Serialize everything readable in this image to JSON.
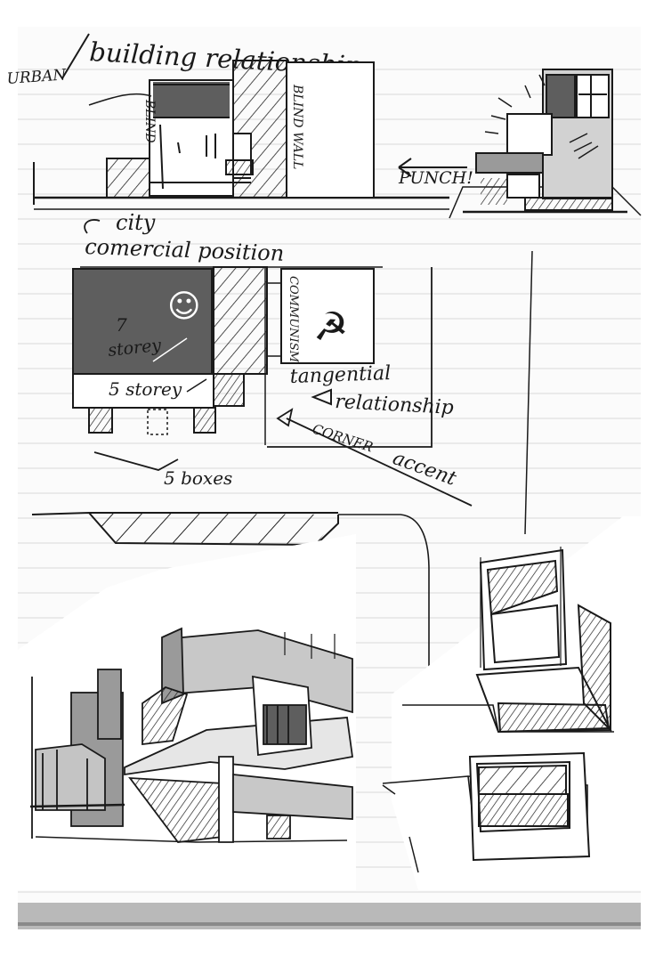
{
  "title_prefix": "URBAN",
  "title": "building relationship",
  "labels": {
    "blind": "BLIND",
    "blind_wall": "BLIND WALL",
    "punch": "PUNCH!",
    "city": "city",
    "comercial_position": "comercial position",
    "storey7_num": "7",
    "storey7_word": "storey",
    "storey5": "5 storey",
    "communism": "COMMUNISM",
    "tangential": "tangential",
    "relationship": "relationship",
    "corner": "CORNER",
    "accent": "accent",
    "five_boxes": "5 boxes",
    "smiley_glyph": "☺",
    "hammer_sickle_glyph": "☭"
  },
  "icons": [
    "smiley-face-icon",
    "hammer-and-sickle-icon",
    "arrow-icon"
  ],
  "colors": {
    "ink": "#1a1a1a",
    "paper": "#ffffff",
    "rule_line": "#d9d9d9",
    "dark_fill": "#5e5e5e",
    "mid_fill": "#9a9a9a",
    "light_fill": "#d2d2d2"
  }
}
